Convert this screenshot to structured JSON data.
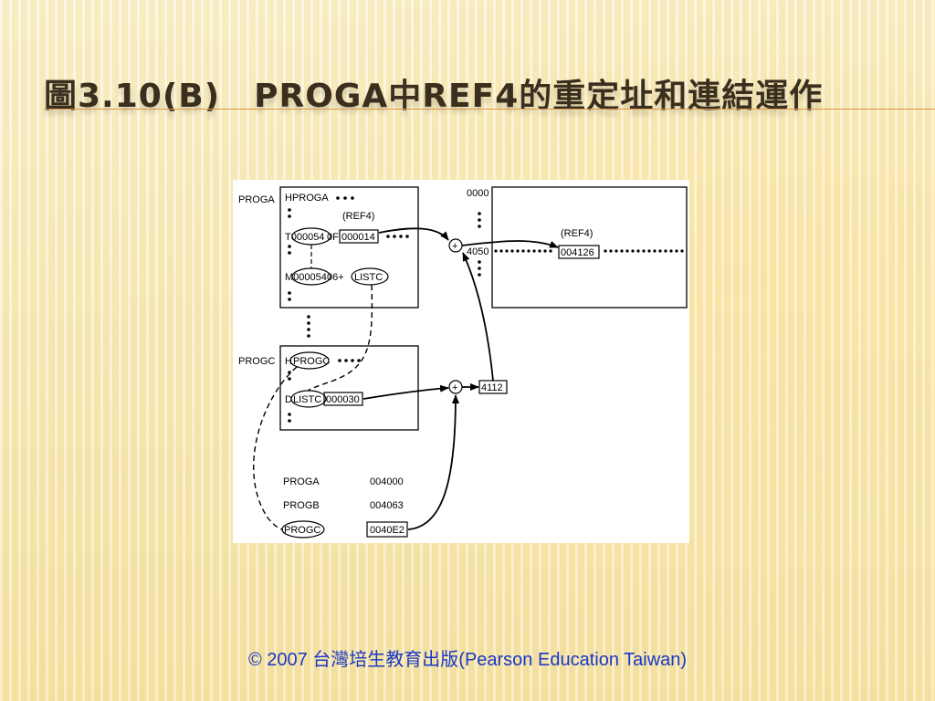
{
  "slide": {
    "title": "圖3.10(B)　PROGA中REF4的重定址和連結運作",
    "copyright": "© 2007 台灣培生教育出版(Pearson Education Taiwan)"
  },
  "diagram": {
    "proga_label": "PROGA",
    "progc_label": "PROGC",
    "proga_header": "HPROGA",
    "ref4_label_left": "(REF4)",
    "t_record_prefix": "T000054",
    "t_record_mid": "0F",
    "t_record_value": "000014",
    "m_record_prefix": "M000054",
    "m_record_mid": "06+",
    "m_record_symbol": "LISTC",
    "progc_header_prefix": "H",
    "progc_header_symbol": "PROGC",
    "d_record_prefix": "D",
    "d_record_symbol": "LISTC",
    "d_record_value": "000030",
    "mem_start": "0000",
    "mem_addr": "4050",
    "ref4_label_right": "(REF4)",
    "result_value": "004126",
    "sum_value": "4112",
    "plus_sign": "+",
    "estab": {
      "names": [
        "PROGA",
        "PROGB",
        "PROGC"
      ],
      "addresses": [
        "004000",
        "004063",
        "0040E2"
      ]
    }
  },
  "colors": {
    "title": "#3a2f1e",
    "rule": "#d69a50",
    "copyright": "#1a38c8"
  }
}
